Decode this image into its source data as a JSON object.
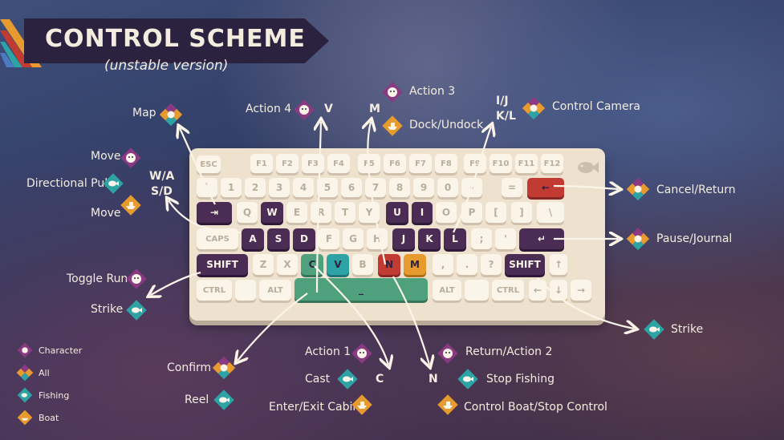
{
  "banner": {
    "title": "CONTROL SCHEME",
    "subtitle": "(unstable version)"
  },
  "colors": {
    "character": "#8a3a82",
    "all": "#2ea3a6",
    "fishing": "#2ea3a6",
    "boat": "#e79a2d",
    "dark": "#2b2240"
  },
  "keyboard": {
    "row_fn": [
      "ESC",
      "F1",
      "F2",
      "F3",
      "F4",
      "F5",
      "F6",
      "F7",
      "F8",
      "F9",
      "F10",
      "F11",
      "F12"
    ],
    "row_num": [
      "`",
      "1",
      "2",
      "3",
      "4",
      "5",
      "6",
      "7",
      "8",
      "9",
      "0",
      "-",
      "=",
      "←"
    ],
    "row_q": [
      "⇥",
      "Q",
      "W",
      "E",
      "R",
      "T",
      "Y",
      "U",
      "I",
      "O",
      "P",
      "[",
      "]",
      "\\"
    ],
    "row_a": [
      "CAPS",
      "A",
      "S",
      "D",
      "F",
      "G",
      "H",
      "J",
      "K",
      "L",
      ";",
      "'",
      "↵"
    ],
    "row_z": [
      "SHIFT",
      "Z",
      "X",
      "C",
      "V",
      "B",
      "N",
      "M",
      ",",
      ".",
      "?",
      "SHIFT",
      "↑"
    ],
    "row_bottom": [
      "CTRL",
      "",
      "ALT",
      "_",
      "ALT",
      "",
      "CTRL",
      "←",
      "↓",
      "→"
    ]
  },
  "labels": {
    "map": "Map",
    "action4": "Action 4",
    "action4_key": "V",
    "action3": "Action 3",
    "action3_key": "M",
    "dock": "Dock/Undock",
    "ijkl": "I/J\nK/L",
    "ij": "I/J",
    "kl": "K/L",
    "camera": "Control Camera",
    "move_char": "Move",
    "directional_pull": "Directional Pull",
    "move_boat": "Move",
    "wasd1": "W/A",
    "wasd2": "S/D",
    "cancel": "Cancel/Return",
    "pause": "Pause/Journal",
    "toggle_run": "Toggle Run",
    "strike_left": "Strike",
    "strike_right": "Strike",
    "confirm": "Confirm",
    "reel": "Reel",
    "action1": "Action 1",
    "cast": "Cast",
    "c_key": "C",
    "cabin": "Enter/Exit Cabin",
    "return_action2": "Return/Action 2",
    "n_key": "N",
    "stop_fishing": "Stop Fishing",
    "control_boat": "Control Boat/Stop Control"
  },
  "legend": [
    "Character",
    "All",
    "Fishing",
    "Boat"
  ]
}
